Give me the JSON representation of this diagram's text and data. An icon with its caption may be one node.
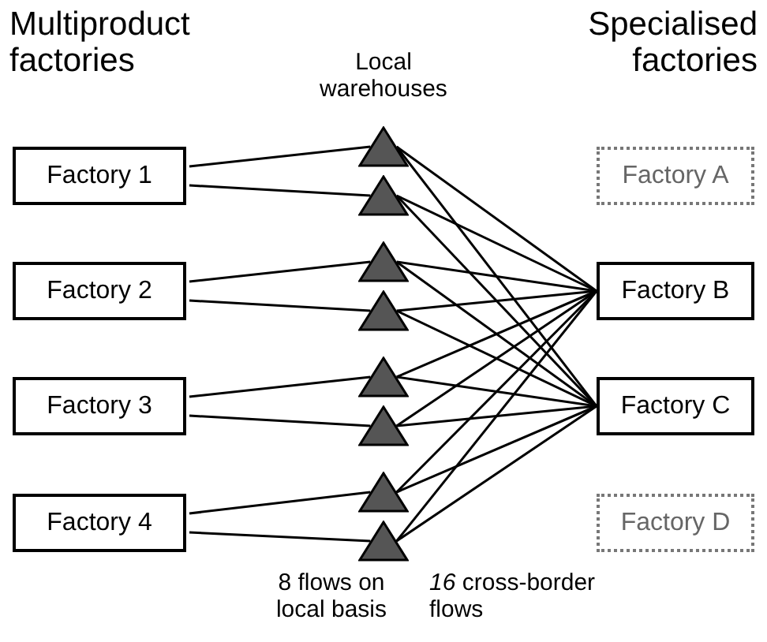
{
  "diagram": {
    "nodes": [
      {
        "text": [
          "Factory 1"
        ]
      },
      {
        "text": [
          "Factory 2"
        ]
      },
      {
        "text": [
          "Factory 3"
        ]
      },
      {
        "text": [
          "Factory 4"
        ]
      },
      {
        "text": [],
        "shape": "triangle"
      },
      {
        "text": [],
        "shape": "triangle"
      },
      {
        "text": [],
        "shape": "triangle"
      },
      {
        "text": [],
        "shape": "triangle"
      },
      {
        "text": [],
        "shape": "triangle"
      },
      {
        "text": [],
        "shape": "triangle"
      },
      {
        "text": [],
        "shape": "triangle"
      },
      {
        "text": [],
        "shape": "triangle"
      },
      {
        "text": [
          "Factory A"
        ]
      },
      {
        "text": [
          "Factory B"
        ]
      },
      {
        "text": [
          "Factory C"
        ]
      },
      {
        "text": [
          "Factory D"
        ]
      }
    ],
    "edges": [
      {
        "from": 0,
        "to": 4,
        "arrow": "none"
      },
      {
        "from": 0,
        "to": 5,
        "arrow": "none"
      },
      {
        "from": 1,
        "to": 6,
        "arrow": "none"
      },
      {
        "from": 1,
        "to": 7,
        "arrow": "none"
      },
      {
        "from": 2,
        "to": 8,
        "arrow": "none"
      },
      {
        "from": 2,
        "to": 9,
        "arrow": "none"
      },
      {
        "from": 3,
        "to": 10,
        "arrow": "none"
      },
      {
        "from": 3,
        "to": 11,
        "arrow": "none"
      },
      {
        "from": 4,
        "to": 13,
        "arrow": "none"
      },
      {
        "from": 4,
        "to": 14,
        "arrow": "none"
      },
      {
        "from": 5,
        "to": 13,
        "arrow": "none"
      },
      {
        "from": 5,
        "to": 14,
        "arrow": "none"
      },
      {
        "from": 6,
        "to": 13,
        "arrow": "none"
      },
      {
        "from": 6,
        "to": 14,
        "arrow": "none"
      },
      {
        "from": 7,
        "to": 13,
        "arrow": "none"
      },
      {
        "from": 7,
        "to": 14,
        "arrow": "none"
      },
      {
        "from": 8,
        "to": 13,
        "arrow": "none"
      },
      {
        "from": 8,
        "to": 14,
        "arrow": "none"
      },
      {
        "from": 9,
        "to": 13,
        "arrow": "none"
      },
      {
        "from": 9,
        "to": 14,
        "arrow": "none"
      },
      {
        "from": 10,
        "to": 13,
        "arrow": "none"
      },
      {
        "from": 10,
        "to": 14,
        "arrow": "none"
      },
      {
        "from": 11,
        "to": 13,
        "arrow": "none"
      },
      {
        "from": 11,
        "to": 14,
        "arrow": "none"
      }
    ],
    "labels": [
      "Multiproduct factories",
      "Local warehouses",
      "Specialised factories",
      "8 flows on local basis",
      "*16* cross-border flows"
    ]
  }
}
